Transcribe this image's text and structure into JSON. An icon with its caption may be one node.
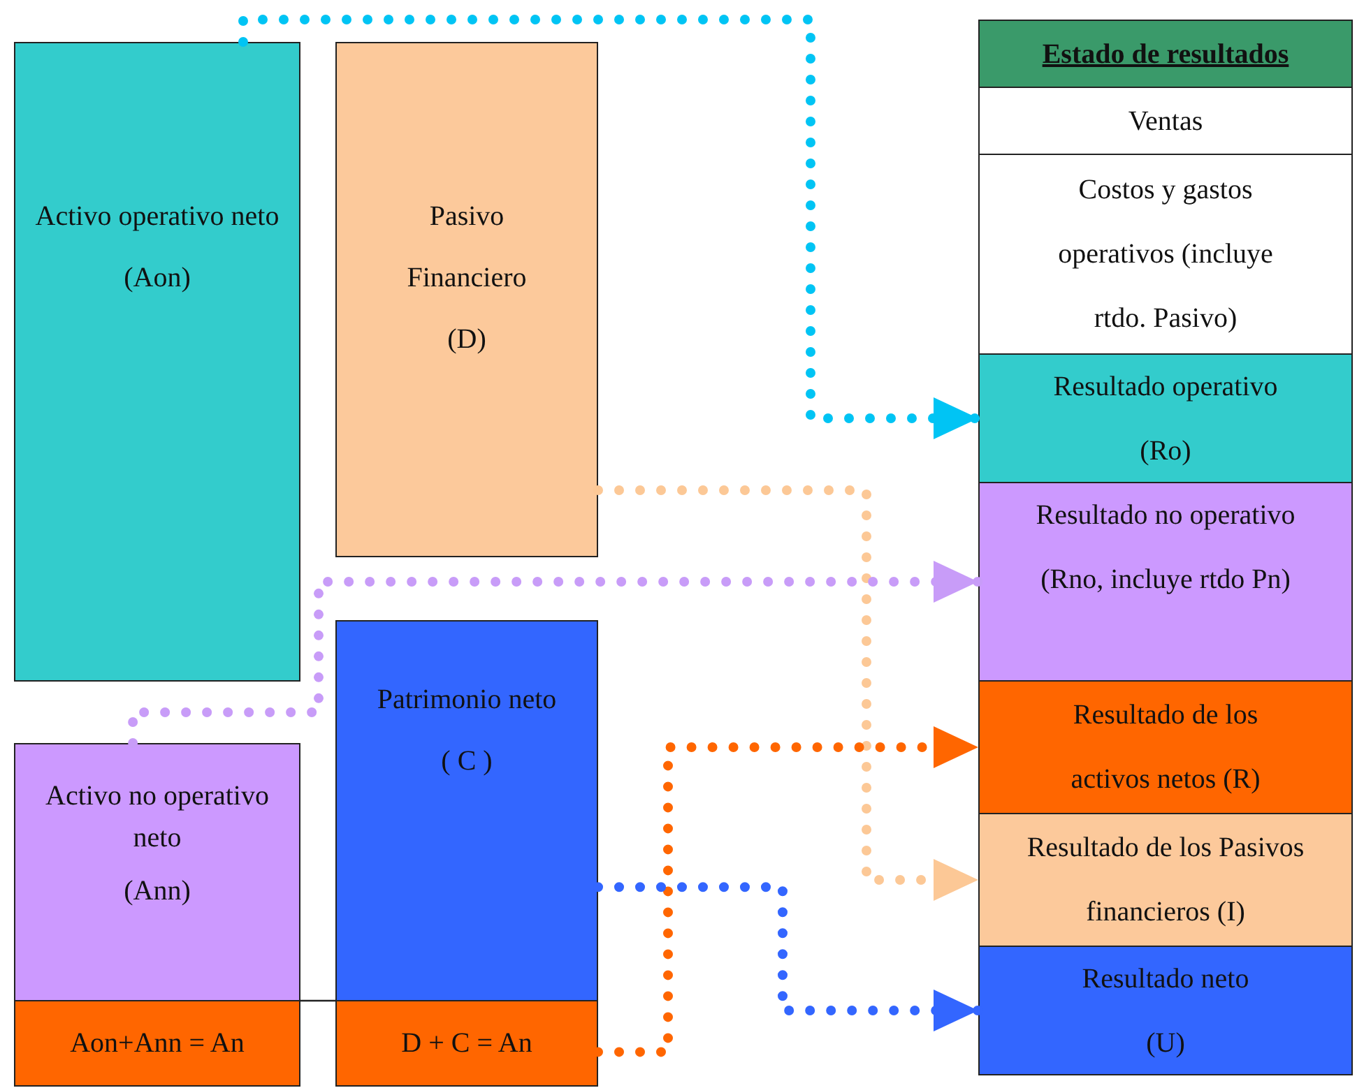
{
  "diagram": {
    "nodes": [
      {
        "text": [
          "Activo operativo neto",
          "(Aon)"
        ]
      },
      {
        "text": [
          "Pasivo Financiero",
          "(D)"
        ]
      },
      {
        "text": [
          "Activo no operativo neto",
          "(Ann)"
        ]
      },
      {
        "text": [
          "Patrimonio neto",
          "( C )"
        ]
      },
      {
        "text": [
          "Aon+Ann = An"
        ]
      },
      {
        "text": [
          "D + C = An"
        ]
      },
      {
        "text": [
          "Estado de resultados"
        ]
      },
      {
        "text": [
          "Ventas"
        ]
      },
      {
        "text": [
          "Costos y gastos operativos (incluye rtdo. Pasivo)"
        ]
      },
      {
        "text": [
          "Resultado operativo",
          "(Ro)"
        ]
      },
      {
        "text": [
          "Resultado no operativo",
          "(Rno, incluye rtdo Pn)"
        ]
      },
      {
        "text": [
          "Resultado de los activos netos (R)"
        ]
      },
      {
        "text": [
          "Resultado  de los Pasivos financieros (I)"
        ]
      },
      {
        "text": [
          "Resultado neto",
          "(U)"
        ]
      }
    ],
    "edges": [
      {
        "from": 0,
        "to": 9,
        "arrow": "to",
        "style": "dashed",
        "color": "#00c4f4"
      },
      {
        "from": 1,
        "to": 12,
        "arrow": "to",
        "style": "dashed",
        "color": "#fcc896"
      },
      {
        "from": 2,
        "to": 10,
        "arrow": "to",
        "style": "dashed",
        "color": "#c89cf8"
      },
      {
        "from": 5,
        "to": 11,
        "arrow": "to",
        "style": "dashed",
        "color": "#ff6600"
      },
      {
        "from": 3,
        "to": 13,
        "arrow": "to",
        "style": "dashed",
        "color": "#3366ff"
      }
    ]
  }
}
